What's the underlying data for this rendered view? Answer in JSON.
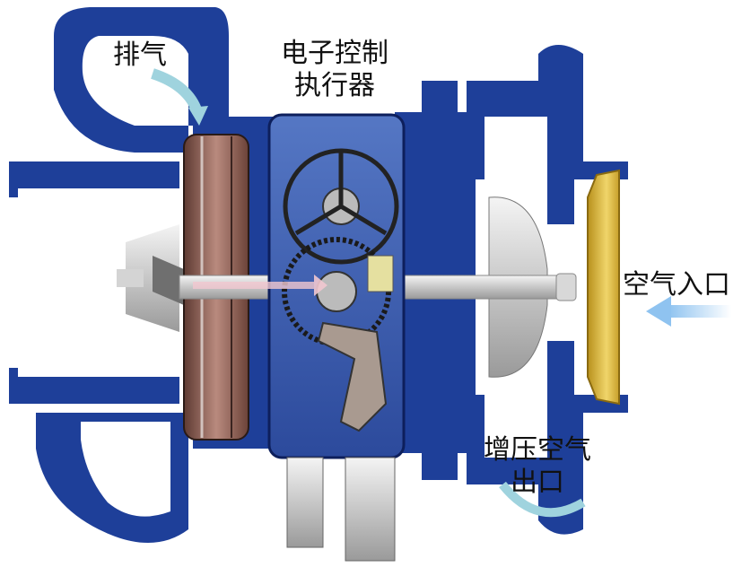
{
  "labels": {
    "exhaust": "排气",
    "actuator_line1": "电子控制",
    "actuator_line2": "执行器",
    "air_intake": "空气入口",
    "boost_line1": "增压空气",
    "boost_line2": "出口"
  },
  "colors": {
    "housing_blue": "#1e3f99",
    "housing_dark": "#0d1f5c",
    "actuator_box": "#3a5fb4",
    "turbine_disc": "#8a5a4e",
    "inlet_cone": "#d9b53a",
    "flow_arrow": "#9fd3de",
    "metal": "#c9c9c9"
  }
}
